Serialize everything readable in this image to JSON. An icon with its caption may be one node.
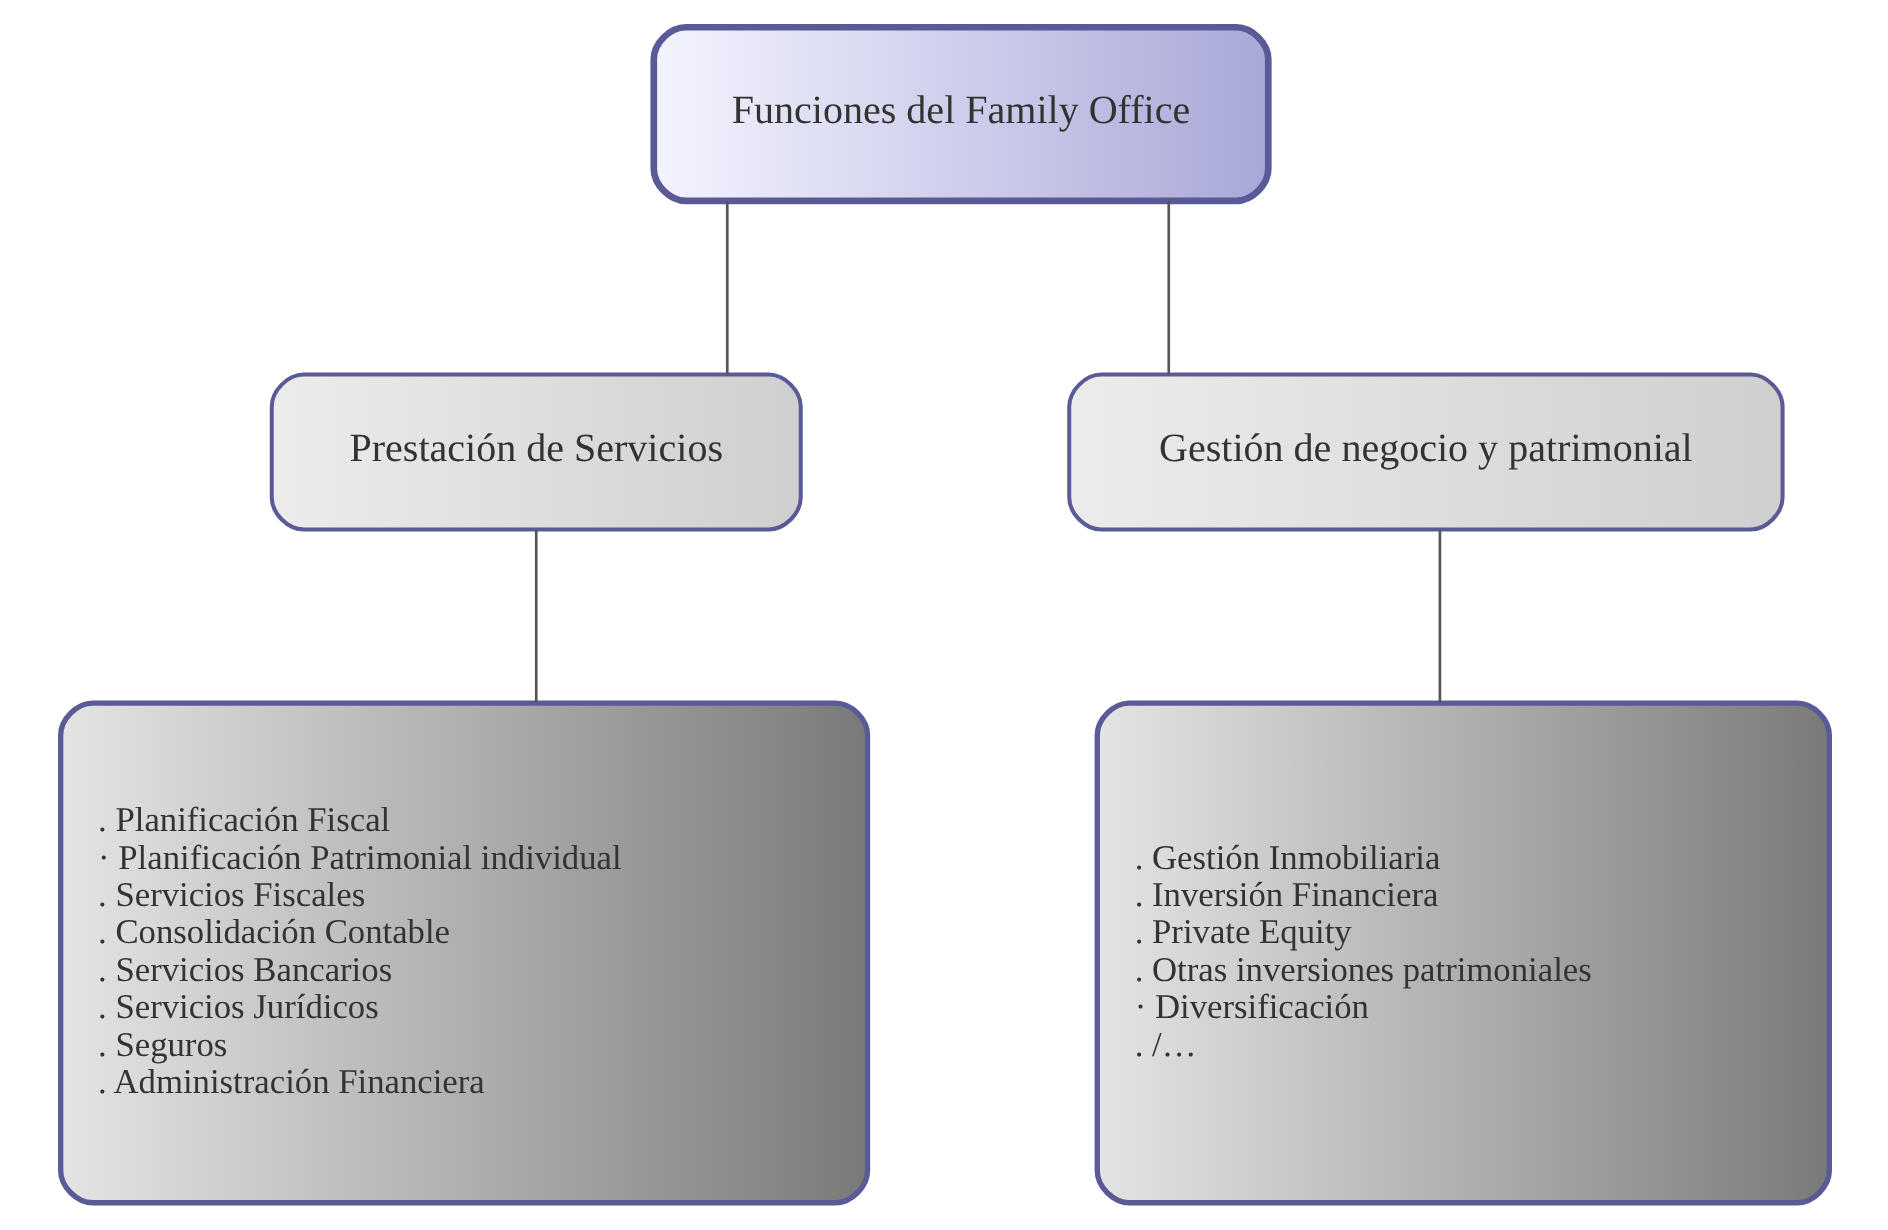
{
  "diagram": {
    "nodes": [
      {
        "text": [
          "Funciones del Family Office"
        ]
      },
      {
        "text": [
          "Prestación de Servicios"
        ]
      },
      {
        "text": [
          "Gestión de negocio y patrimonial"
        ]
      },
      {
        "text": [
          ". Planificación Fiscal",
          "· Planificación Patrimonial individual",
          ". Servicios Fiscales",
          ". Consolidación Contable",
          ". Servicios Bancarios",
          ". Servicios Jurídicos",
          ". Seguros",
          ". Administración Financiera"
        ]
      },
      {
        "text": [
          ". Gestión Inmobiliaria",
          ". Inversión Financiera",
          ". Private Equity",
          ". Otras inversiones patrimoniales",
          "· Diversificación",
          ". /…"
        ]
      }
    ],
    "edges": [
      {
        "from": 0,
        "to": 1,
        "arrow": "none"
      },
      {
        "from": 0,
        "to": 2,
        "arrow": "none"
      },
      {
        "from": 1,
        "to": 3,
        "arrow": "none"
      },
      {
        "from": 2,
        "to": 4,
        "arrow": "none"
      }
    ]
  }
}
